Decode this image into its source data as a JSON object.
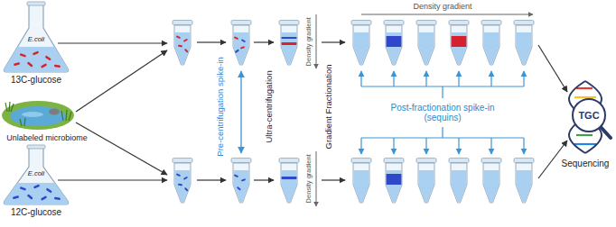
{
  "diagram": {
    "nodes": [
      {
        "text": [
          "E.coli",
          "13C-glucose"
        ]
      },
      {
        "text": [
          "Unlabeled microbiome"
        ]
      },
      {
        "text": [
          "E.coli",
          "12C-glucose"
        ]
      },
      {
        "text": [
          "TGC",
          "Sequencing"
        ]
      }
    ],
    "labels": [
      "Pre-centrifugation spike-in",
      "Ultra-centrifugation",
      "Density gradient",
      "Density gradient",
      "Gradient Fractionation",
      "Density gradient",
      "Post-fractionation spike-in (sequins)"
    ]
  }
}
